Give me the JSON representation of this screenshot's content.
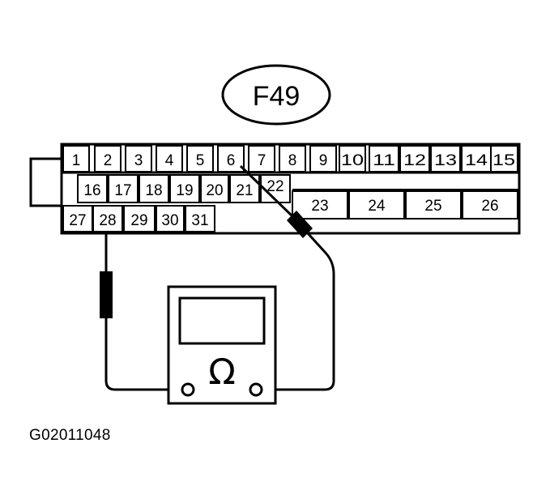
{
  "connector": {
    "label": "F49",
    "row1_pins": [
      "1",
      "2",
      "3",
      "4",
      "5",
      "6",
      "7",
      "8",
      "9",
      "10",
      "11",
      "12",
      "13",
      "14",
      "15"
    ],
    "row2_pins": [
      "16",
      "17",
      "18",
      "19",
      "20",
      "21",
      "22"
    ],
    "row2_large_pins": [
      "23",
      "24",
      "25",
      "26"
    ],
    "row3_pins": [
      "27",
      "28",
      "29",
      "30",
      "31"
    ]
  },
  "meter": {
    "symbol": "Ω",
    "icon": "ohmmeter-icon"
  },
  "figure_id": "G02011048"
}
